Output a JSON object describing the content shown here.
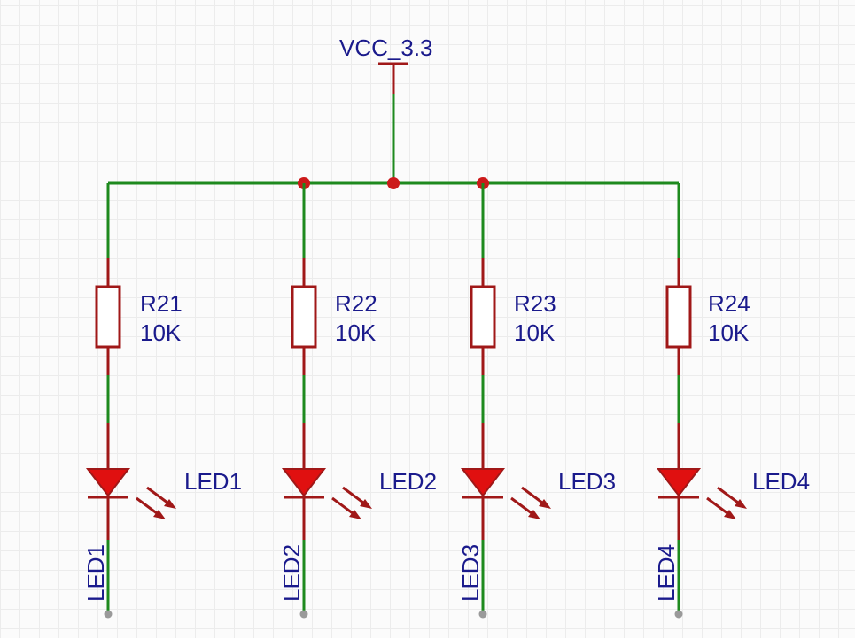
{
  "power": {
    "label": "VCC_3.3"
  },
  "channels": [
    {
      "resistor": {
        "name": "R21",
        "value": "10K"
      },
      "led": {
        "name": "LED1"
      },
      "net": "LED1"
    },
    {
      "resistor": {
        "name": "R22",
        "value": "10K"
      },
      "led": {
        "name": "LED2"
      },
      "net": "LED2"
    },
    {
      "resistor": {
        "name": "R23",
        "value": "10K"
      },
      "led": {
        "name": "LED3"
      },
      "net": "LED3"
    },
    {
      "resistor": {
        "name": "R24",
        "value": "10K"
      },
      "led": {
        "name": "LED4"
      },
      "net": "LED4"
    }
  ],
  "colors": {
    "wire": "#1e8a1e",
    "component": "#a01818",
    "led_fill": "#e01010",
    "junction": "#cc1a1a",
    "label": "#1a1a8c",
    "net_end": "#9a9a9a"
  }
}
